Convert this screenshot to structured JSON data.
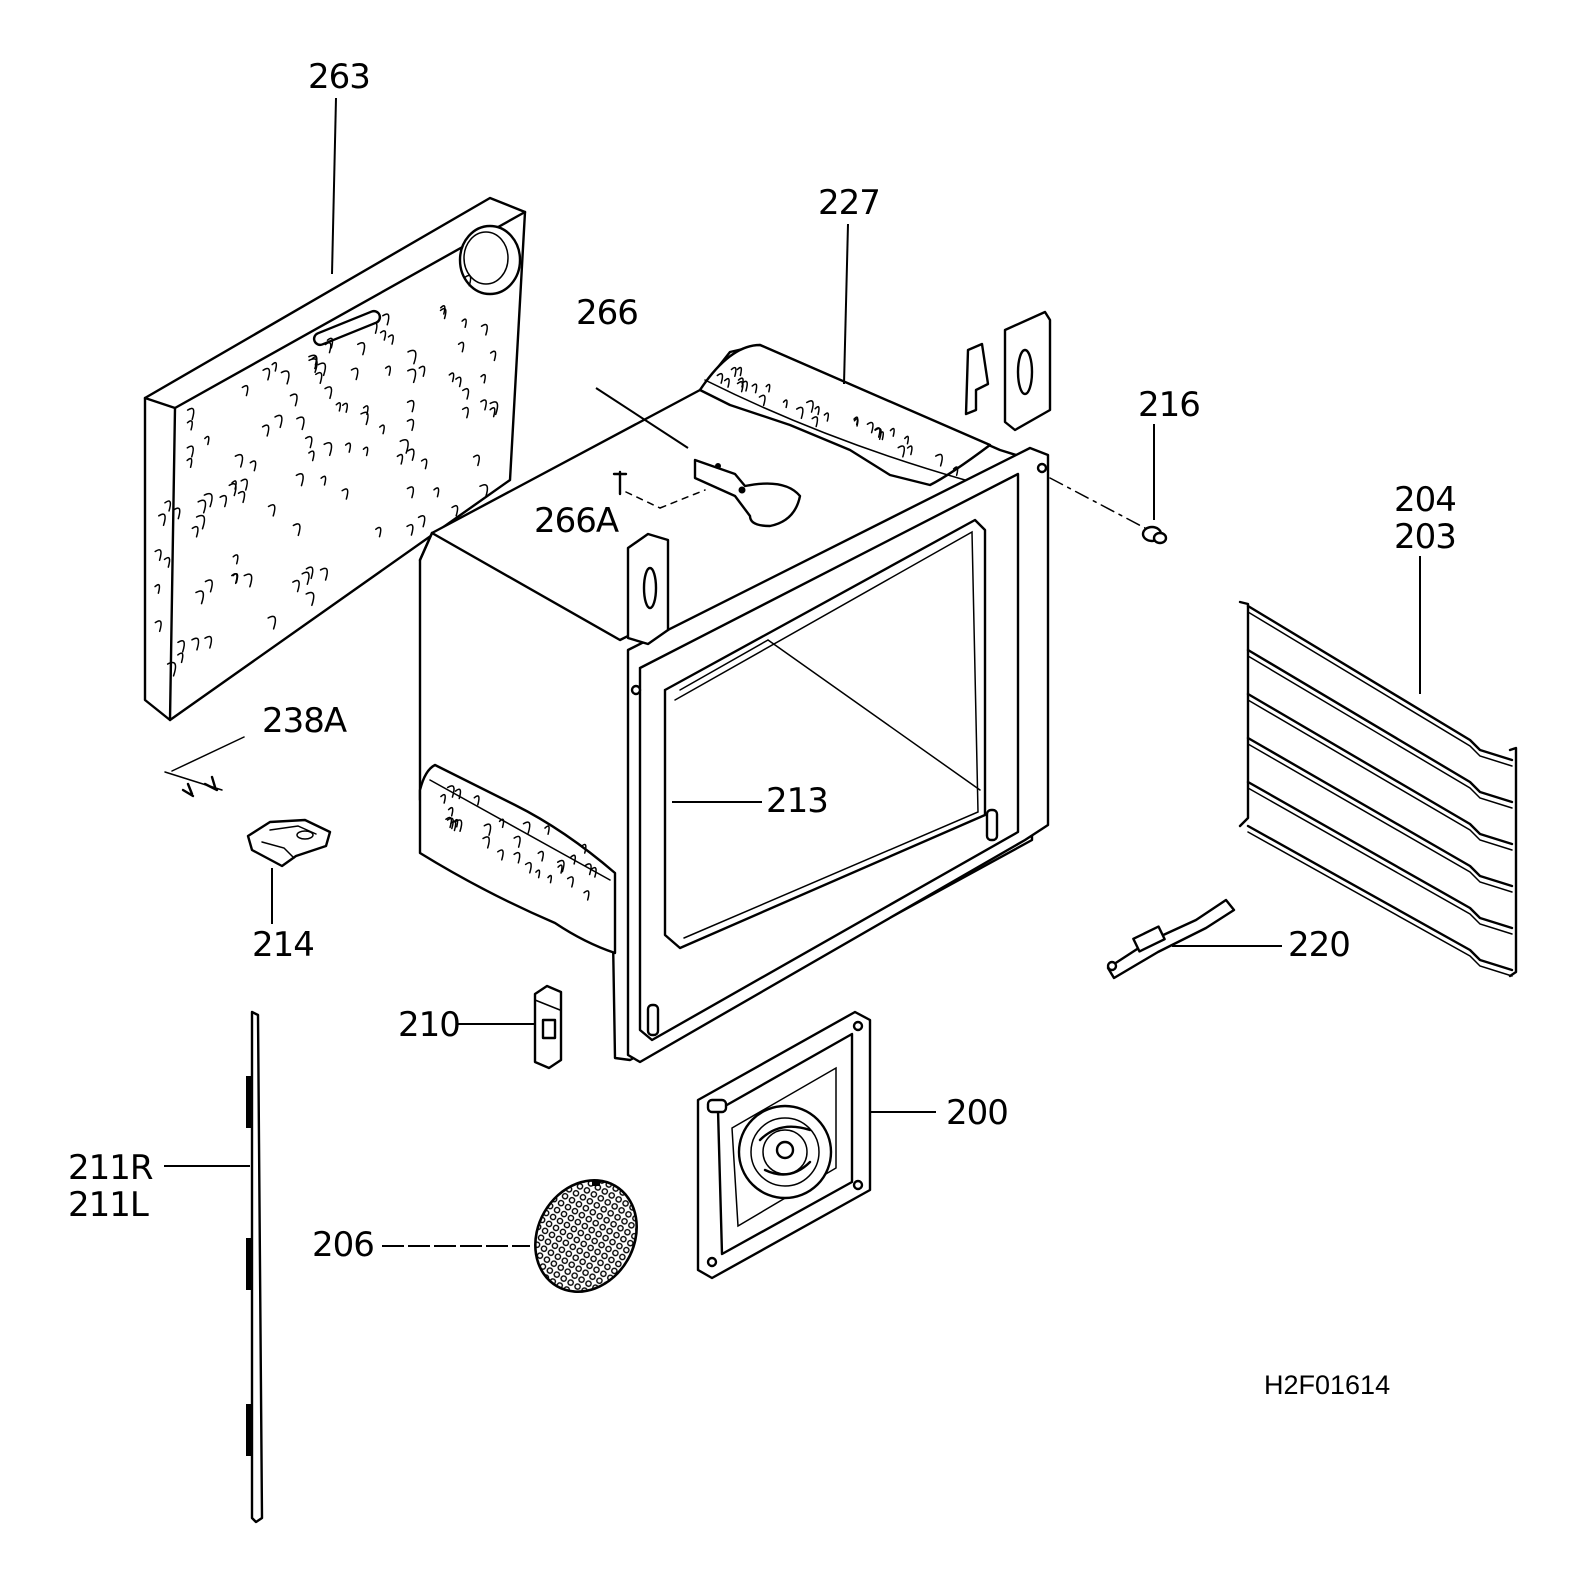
{
  "drawing_code": "H2F01614",
  "labels": {
    "p263": "263",
    "p227": "227",
    "p266": "266",
    "p266A": "266A",
    "p216": "216",
    "p204": "204",
    "p203": "203",
    "p238A": "238A",
    "p213": "213",
    "p214": "214",
    "p220": "220",
    "p210": "210",
    "p200": "200",
    "p211R": "211R",
    "p211L": "211L",
    "p206": "206"
  }
}
